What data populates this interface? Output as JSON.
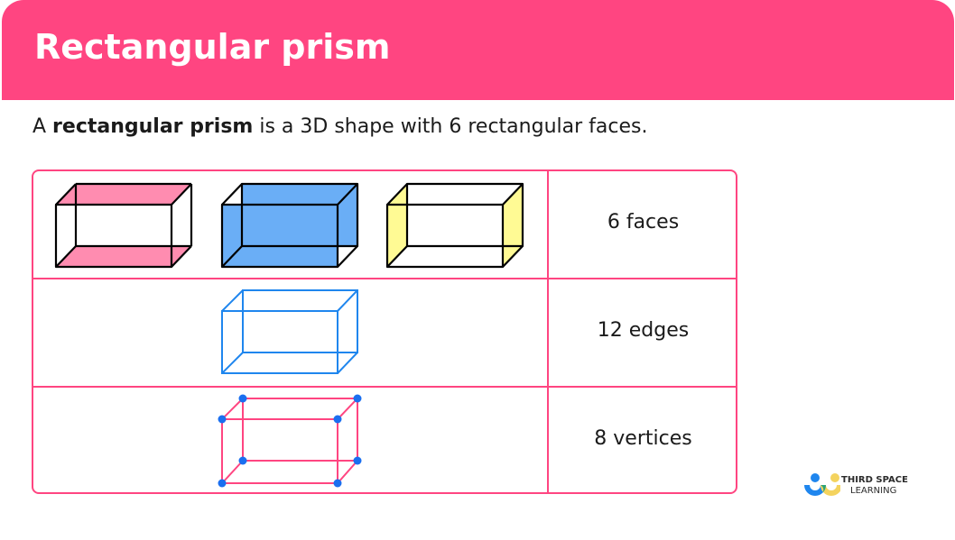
{
  "header": {
    "title": "Rectangular prism"
  },
  "intro": {
    "prefix": "A ",
    "term": "rectangular prism",
    "suffix": " is a 3D shape with 6 rectangular faces."
  },
  "table": {
    "rows": [
      {
        "label": "6 faces",
        "figure": "three prisms with highlighted pairs of opposite faces (pink top/bottom, blue front/back, yellow left/right)"
      },
      {
        "label": "12 edges",
        "figure": "blue wireframe prism"
      },
      {
        "label": "8 vertices",
        "figure": "pink wireframe prism with 8 blue vertex dots"
      }
    ]
  },
  "colors": {
    "brand_pink": "#ff4581",
    "face_pink": "#ff8cb0",
    "face_blue": "#6aaef6",
    "face_yellow": "#fffa94",
    "edge_blue": "#1f86ee",
    "vertex_blue": "#1a6ff0"
  },
  "logo": {
    "line1": "THIRD SPACE",
    "line2": "LEARNING"
  }
}
